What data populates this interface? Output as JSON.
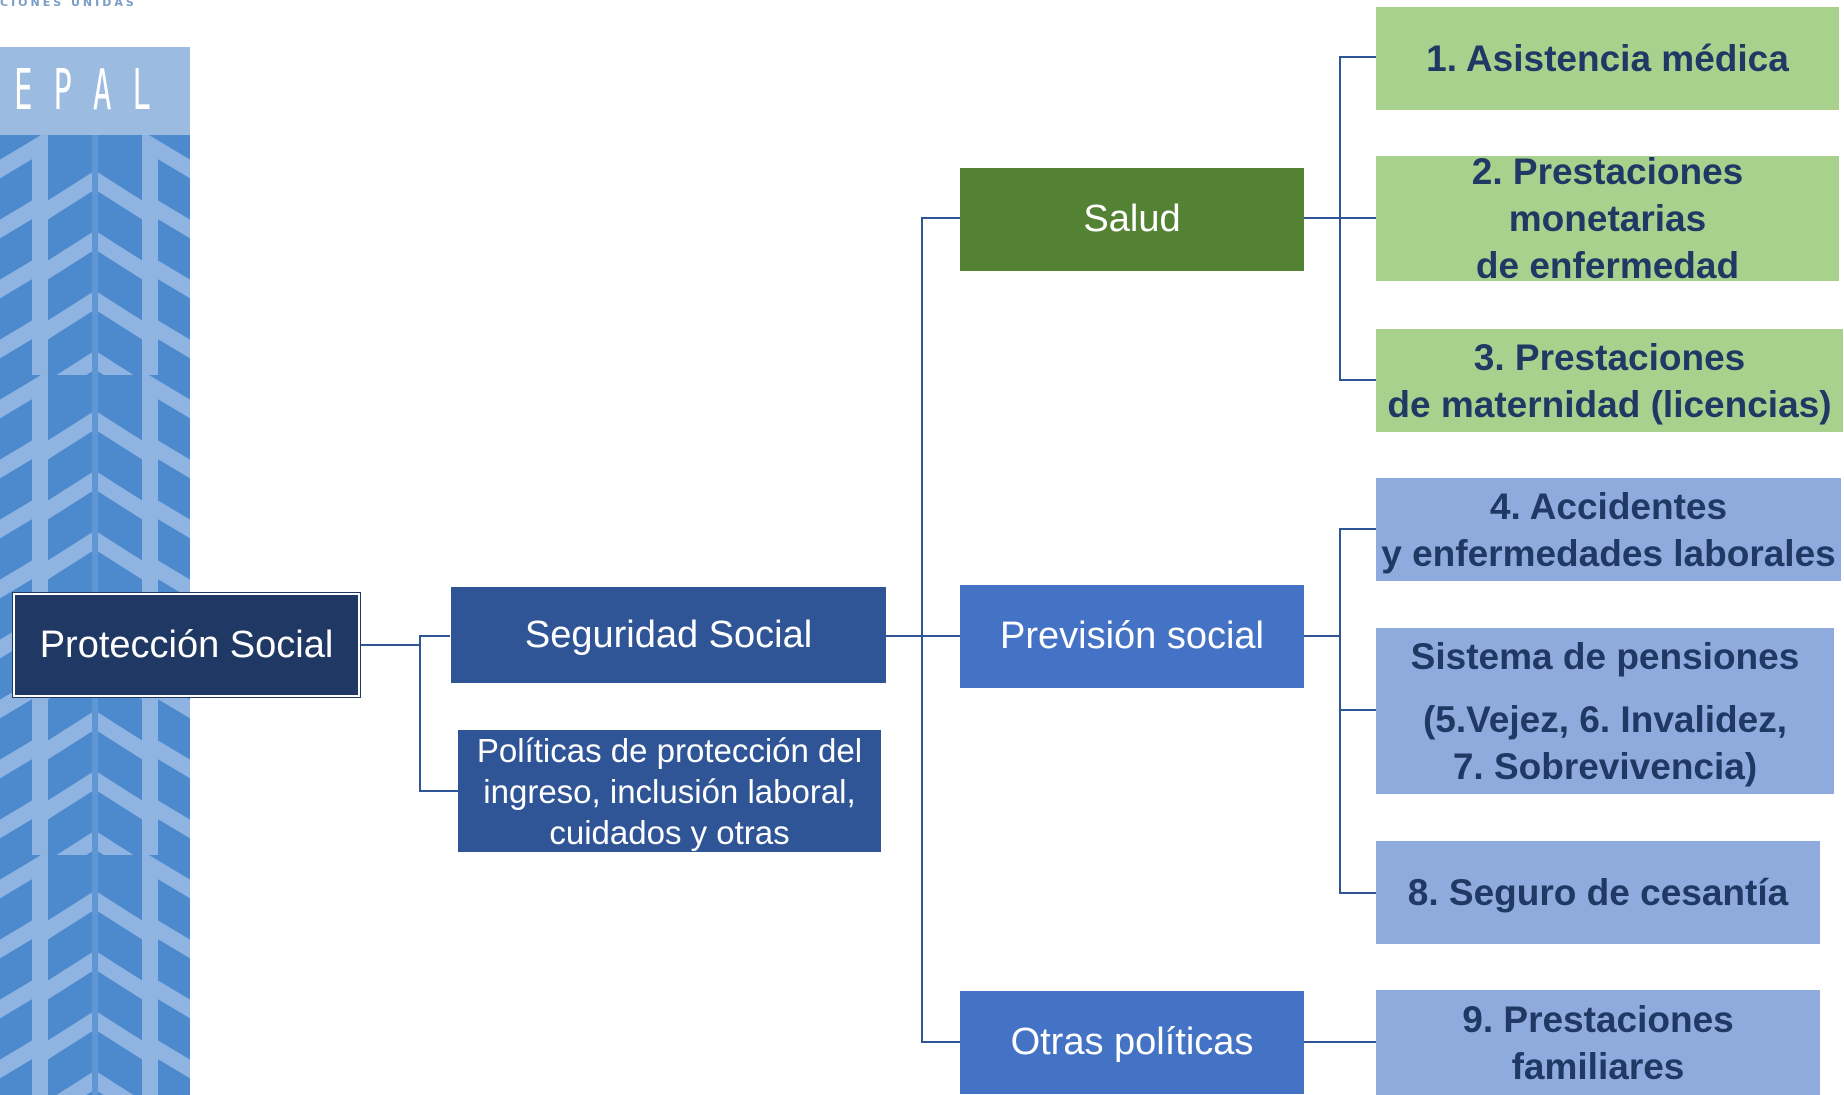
{
  "brand": {
    "header_fragment": "CIONES UNIDAS",
    "logo_text": "EPAL",
    "colors": {
      "band": "#4d89cd",
      "band_light": "#9cbbe0"
    }
  },
  "diagram": {
    "root": "Protección Social",
    "level1": {
      "seguridad": "Seguridad Social",
      "politicas_lines": [
        "Políticas de protección del",
        "ingreso, inclusión laboral,",
        "cuidados y otras"
      ]
    },
    "level2": {
      "salud": "Salud",
      "prevision": "Previsión social",
      "otras": "Otras políticas"
    },
    "leaves": {
      "l1": [
        "1. Asistencia médica"
      ],
      "l2": [
        "2. Prestaciones",
        "monetarias",
        "de enfermedad"
      ],
      "l3": [
        "3. Prestaciones",
        "de maternidad (licencias)"
      ],
      "l4": [
        "4. Accidentes",
        "y enfermedades laborales"
      ],
      "l5": [
        "Sistema de pensiones",
        "(5.Vejez, 6. Invalidez,",
        "7. Sobrevivencia)"
      ],
      "l6": [
        "8. Seguro de cesantía"
      ],
      "l7": [
        "9. Prestaciones",
        "familiares"
      ]
    },
    "colors": {
      "root": "#203864",
      "level1": "#2f5597",
      "salud": "#548235",
      "prevision": "#4472c4",
      "leaf_green": "#a9d18e",
      "leaf_blue": "#8faadc",
      "leaf_text": "#1f3864",
      "connector": "#2f5597"
    }
  }
}
